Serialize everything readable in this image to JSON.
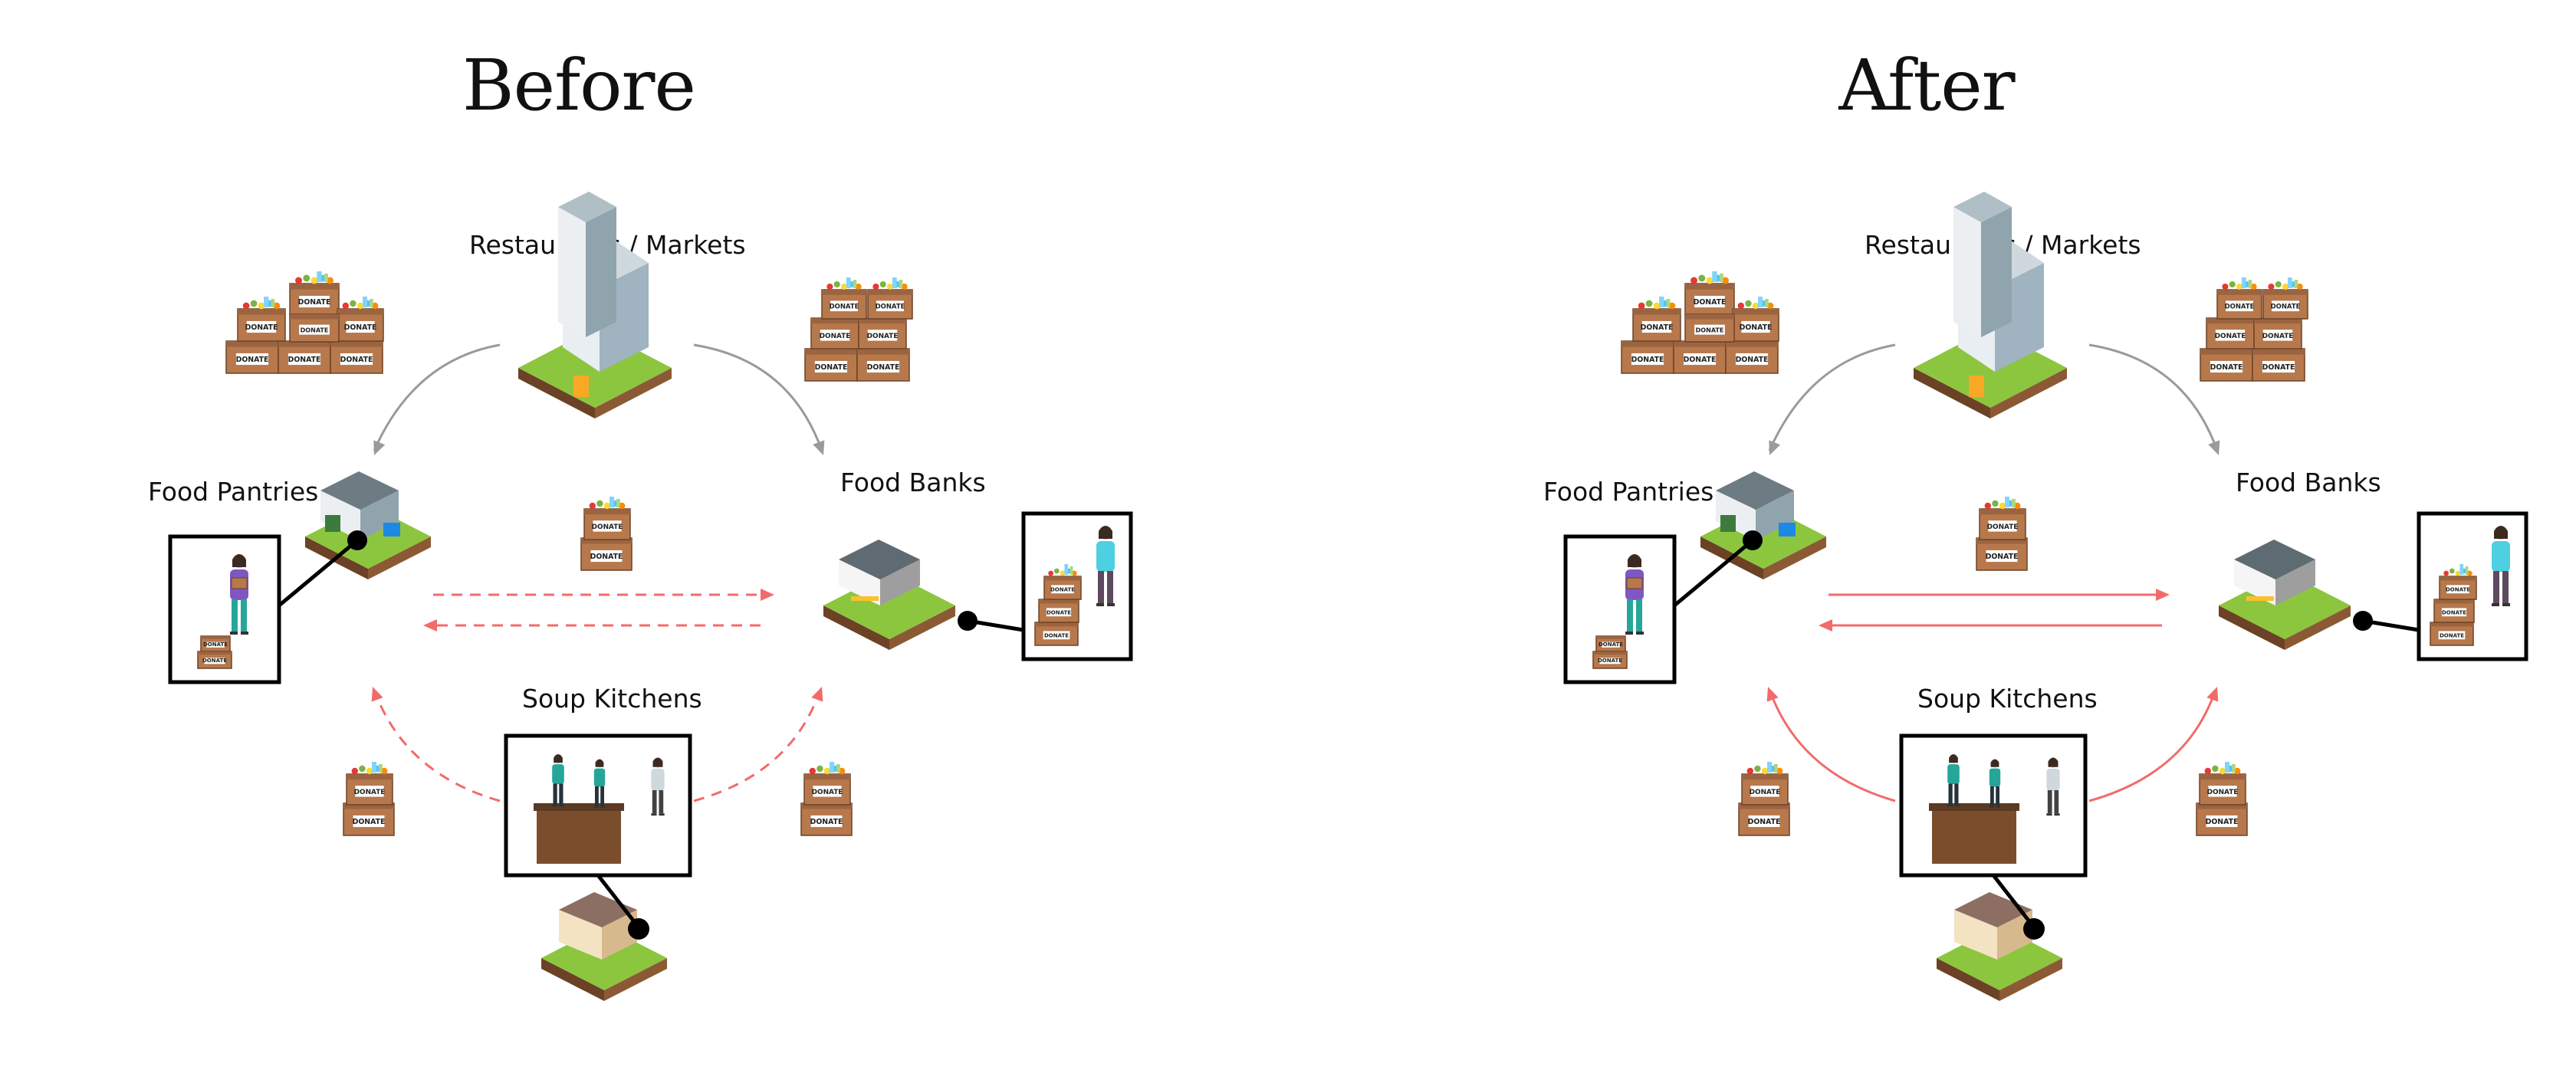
{
  "panels": [
    {
      "title": "Before",
      "labels": {
        "restaurants": "Restaurants / Markets",
        "pantries": "Food Pantries",
        "banks": "Food Banks",
        "kitchens": "Soup Kitchens"
      },
      "donate_label": "DONATE",
      "flow_style": "dashed"
    },
    {
      "title": "After",
      "labels": {
        "restaurants": "Restaurants / Markets",
        "pantries": "Food Pantries",
        "banks": "Food Banks",
        "kitchens": "Soup Kitchens"
      },
      "donate_label": "DONATE",
      "flow_style": "solid"
    }
  ],
  "colors": {
    "gray_arrow": "#9a9a9a",
    "red_flow": "#f26b6b",
    "box_brown": "#8a5a3a",
    "box_light": "#b7784c",
    "grass": "#8cc63f",
    "soil": "#7a4e2d"
  }
}
